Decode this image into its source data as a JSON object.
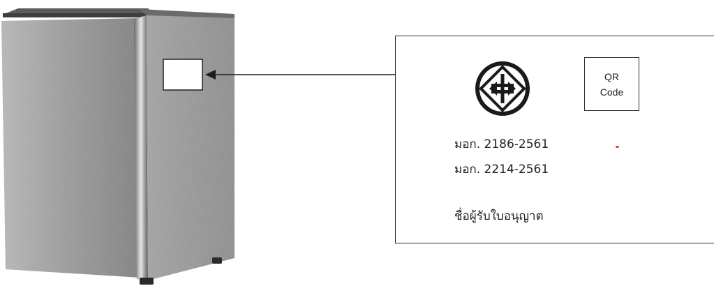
{
  "card": {
    "qr_line1": "QR",
    "qr_line2": "Code",
    "standard_1": "มอก. 2186-2561",
    "standard_2": "มอก. 2214-2561",
    "licensee": "ชื่อผู้รับใบอนุญาต"
  },
  "icons": {
    "product": "refrigerator-image",
    "mark": "tisi-standard-mark-icon",
    "pointer": "arrow-left-icon"
  },
  "colors": {
    "line": "#2b2b2b",
    "fridge_body": "#8e8e8e",
    "fridge_top": "#555555"
  }
}
